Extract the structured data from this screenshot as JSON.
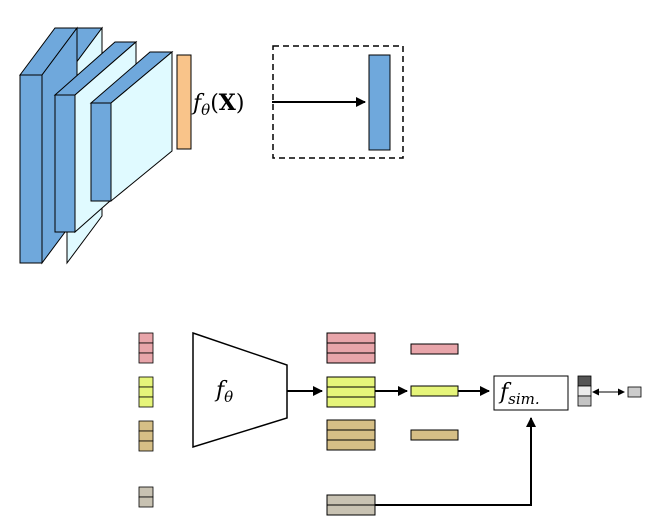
{
  "labels": {
    "feature_fn": {
      "fn": "f",
      "sub": "θ",
      "open": "(",
      "arg": "X",
      "close": ")"
    },
    "encoder": {
      "fn": "f",
      "sub": "θ"
    },
    "similarity": {
      "fn": "f",
      "sub": "sim."
    }
  },
  "colors": {
    "conv_blue": "#6fa8dc",
    "conv_face": "#e0faff",
    "feature_orange": "#f9c48a",
    "class_pink": "#e8a5aa",
    "class_lime": "#e6f57a",
    "class_tan": "#d6bf86",
    "class_gray": "#c8c2b2",
    "score_dark": "#555555",
    "score_light": "#ececec",
    "score_mid": "#c4c4c4",
    "output_gray": "#cccccc"
  },
  "icons": {
    "cnn_stack": "stacked-convolution-blocks",
    "encoder": "trapezoid-encoder"
  }
}
